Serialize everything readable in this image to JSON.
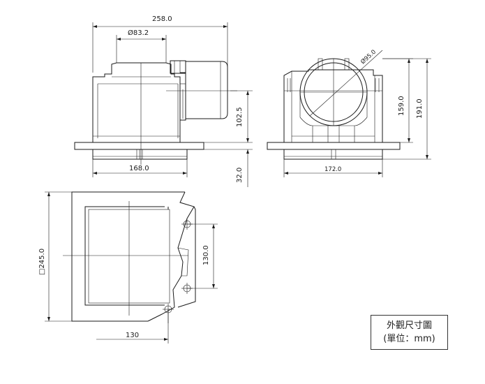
{
  "dimensions": {
    "front_width": "258.0",
    "front_duct": "Ø83.2",
    "front_base": "168.0",
    "front_height": "102.5",
    "front_flange": "32.0",
    "side_duct": "Ø95.0",
    "side_base": "172.0",
    "side_height_inner": "159.0",
    "side_height_total": "191.0",
    "plan_square": "□245.0",
    "plan_holes_v": "130.0",
    "plan_holes_h": "130"
  },
  "legend": {
    "line1": "外觀尺寸圖",
    "line2": "(單位：mm)"
  },
  "colors": {
    "line": "#1a1a1a",
    "background": "#ffffff"
  }
}
